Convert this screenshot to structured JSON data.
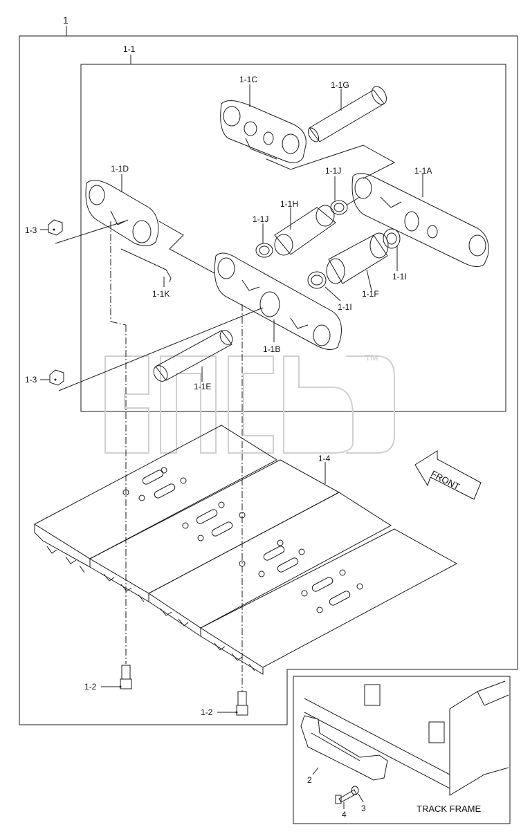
{
  "labels": {
    "assembly": "1",
    "link_assembly": "1-1",
    "link_1c": "1-1C",
    "pin_1g": "1-1G",
    "link_1d": "1-1D",
    "link_1a": "1-1A",
    "seal_1j_top": "1-1J",
    "bushing_1h": "1-1H",
    "seal_1j_left": "1-1J",
    "nut_13_top": "1-3",
    "spring_pin_1k": "1-1K",
    "seal_1i_right": "1-1I",
    "seal_1i_mid": "1-1I",
    "bushing_1f": "1-1F",
    "link_1b": "1-1B",
    "nut_13_bottom": "1-3",
    "pin_1e": "1-1E",
    "shoe_14": "1-4",
    "bolt_12_left": "1-2",
    "bolt_12_right": "1-2",
    "front": "FRONT",
    "inset_guard": "2",
    "inset_washer": "3",
    "inset_bolt": "4",
    "track_frame": "TRACK FRAME"
  },
  "watermark": {
    "tm": "™"
  },
  "colors": {
    "line": "#1a1a1a",
    "watermark": "#d0d0d0"
  }
}
